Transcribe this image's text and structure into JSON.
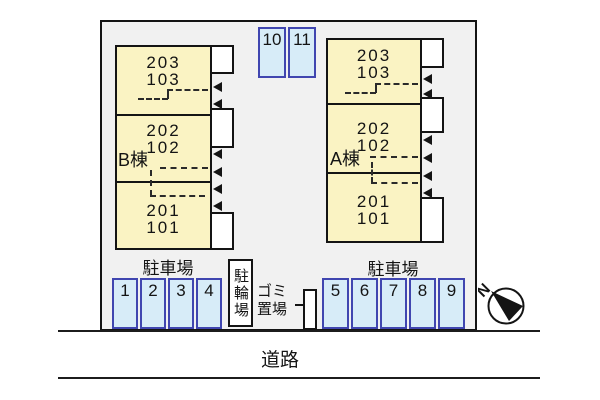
{
  "buildings": [
    {
      "name": "B棟",
      "units": [
        {
          "upper": "203",
          "lower": "103"
        },
        {
          "upper": "202",
          "lower": "102"
        },
        {
          "upper": "201",
          "lower": "101"
        }
      ]
    },
    {
      "name": "A棟",
      "units": [
        {
          "upper": "203",
          "lower": "103"
        },
        {
          "upper": "202",
          "lower": "102"
        },
        {
          "upper": "201",
          "lower": "101"
        }
      ]
    }
  ],
  "parking": {
    "left_label": "駐車場",
    "right_label": "駐車場",
    "left_stalls": [
      "1",
      "2",
      "3",
      "4"
    ],
    "right_stalls": [
      "5",
      "6",
      "7",
      "8",
      "9"
    ],
    "top_stalls": [
      "10",
      "11"
    ]
  },
  "bicycle_label": "駐輪場",
  "garbage_label_line1": "ゴミ",
  "garbage_label_line2": "置場",
  "road_label": "道路",
  "compass_label": "N",
  "colors": {
    "site_bg": "#f1f1f1",
    "building_fill": "#faf3c3",
    "stall_fill": "#d7ecf8",
    "stall_border": "#4046b0",
    "outline": "#141414"
  }
}
